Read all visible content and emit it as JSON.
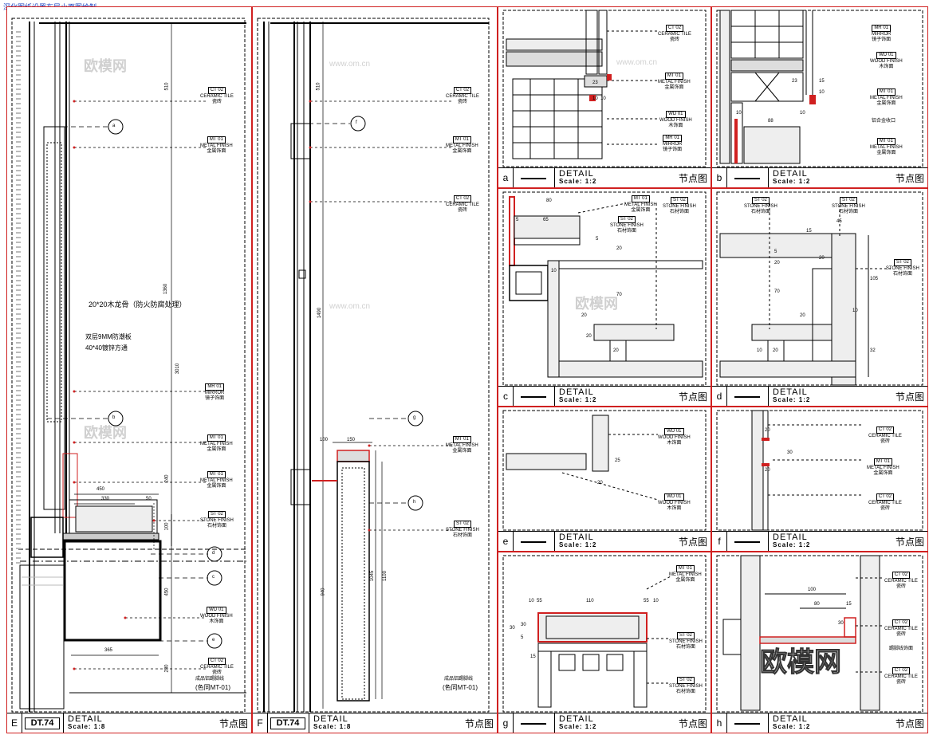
{
  "header_note": "深化图纸设置布局小面图绘制",
  "watermark": {
    "text": "欧模网",
    "url": "www.om.cn"
  },
  "sheets": [
    {
      "letter": "E",
      "code": "DT.74",
      "title": "DETAIL",
      "scale": "Scale: 1:8",
      "cn": "节点图"
    },
    {
      "letter": "F",
      "code": "DT.74",
      "title": "DETAIL",
      "scale": "Scale: 1:8",
      "cn": "节点图"
    },
    {
      "letter": "a",
      "code": "",
      "title": "DETAIL",
      "scale": "Scale: 1:2",
      "cn": "节点图"
    },
    {
      "letter": "b",
      "code": "",
      "title": "DETAIL",
      "scale": "Scale: 1:2",
      "cn": "节点图"
    },
    {
      "letter": "c",
      "code": "",
      "title": "DETAIL",
      "scale": "Scale: 1:2",
      "cn": "节点图"
    },
    {
      "letter": "d",
      "code": "",
      "title": "DETAIL",
      "scale": "Scale: 1:2",
      "cn": "节点图"
    },
    {
      "letter": "e",
      "code": "",
      "title": "DETAIL",
      "scale": "Scale: 1:2",
      "cn": "节点图"
    },
    {
      "letter": "f",
      "code": "",
      "title": "DETAIL",
      "scale": "Scale: 1:2",
      "cn": "节点图"
    },
    {
      "letter": "g",
      "code": "",
      "title": "DETAIL",
      "scale": "Scale: 1:2",
      "cn": "节点图"
    },
    {
      "letter": "h",
      "code": "",
      "title": "DETAIL",
      "scale": "Scale: 1:2",
      "cn": "节点图"
    }
  ],
  "materials": {
    "ct": {
      "code": "CT",
      "num": "02",
      "en": "CERAMIC TILE",
      "cn": "瓷砖"
    },
    "mt": {
      "code": "MT",
      "num": "01",
      "en": "METAL FINISH",
      "cn": "金属饰面"
    },
    "mr": {
      "code": "MR",
      "num": "01",
      "en": "MIRROR",
      "cn": "镜子饰面"
    },
    "st": {
      "code": "ST",
      "num": "02",
      "en": "STONE FINISH",
      "cn": "石材饰面"
    },
    "wd": {
      "code": "WD",
      "num": "01",
      "en": "WOOD FINISH",
      "cn": "木饰面"
    }
  },
  "sheetE": {
    "dims_v": [
      "510",
      "1360",
      "3010",
      "240",
      "100",
      "450",
      "230"
    ],
    "dims_h": [
      "450",
      "330",
      "50",
      "365"
    ],
    "notes": [
      "20*20木龙骨（防火防腐处理）",
      "双层9MM防潮板",
      "40*40镀锌方通",
      "成品铝踢脚线",
      "(色同MT-01)"
    ],
    "callouts": [
      "a",
      "b",
      "c",
      "d",
      "e"
    ]
  },
  "sheetF": {
    "dims_v": [
      "510",
      "1490",
      "940",
      "1045",
      "1100"
    ],
    "dims_h": [
      "100",
      "150"
    ],
    "notes": [
      "成品铝踢脚线",
      "(色同MT-01)"
    ],
    "callouts": [
      "f",
      "g",
      "h"
    ]
  },
  "detailA": {
    "dims": [
      "23",
      "10",
      "10"
    ]
  },
  "detailB": {
    "dims": [
      "23",
      "15",
      "10",
      "10",
      "88",
      "10"
    ],
    "note": "铝合金收口"
  },
  "detailC": {
    "dims": [
      "80",
      "5",
      "65",
      "5",
      "20",
      "70",
      "10",
      "20",
      "20",
      "20"
    ]
  },
  "detailD": {
    "dims": [
      "15",
      "45",
      "5",
      "20",
      "20",
      "105",
      "20",
      "70",
      "10",
      "20",
      "32",
      "10"
    ]
  },
  "detailE": {
    "dims": [
      "25",
      "20"
    ]
  },
  "detailF": {
    "dims": [
      "20",
      "30",
      "20"
    ]
  },
  "detailG": {
    "dims": [
      "10",
      "55",
      "110",
      "55",
      "10",
      "30",
      "5",
      "30",
      "15"
    ]
  },
  "detailH": {
    "dims": [
      "100",
      "80",
      "15",
      "30"
    ],
    "note": "踢脚线饰面"
  }
}
